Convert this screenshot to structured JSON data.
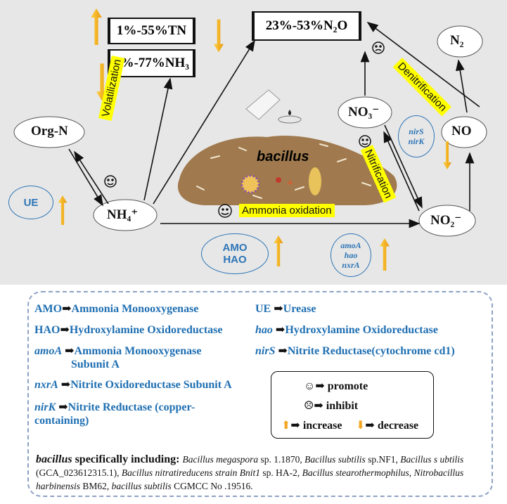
{
  "nodes": {
    "org_n": "Org-N",
    "nh4": "NH₄⁺",
    "no3": "NO₃⁻",
    "no2": "NO₂⁻",
    "no": "NO",
    "n2": "N₂"
  },
  "boxes": {
    "tn": "1%-55%TN",
    "nh3": "6%-77%NH₃",
    "n2o": "23%-53%N₂O"
  },
  "process_labels": {
    "volatilization": "Volatilization",
    "denitrification": "Denitrification",
    "nitrification": "Nitrification",
    "ammonia_oxidation": "Ammonia oxidation"
  },
  "center_label": "bacillus",
  "enzymes": {
    "ue": "UE",
    "amo": "AMO",
    "hao_upper": "HAO",
    "amoa": "amoA",
    "hao": "hao",
    "nxra": "nxrA",
    "nirs": "nirS",
    "nirk": "nirK"
  },
  "legend": {
    "items": [
      {
        "key": "AMO",
        "desc": "Ammonia Monooxygenase"
      },
      {
        "key": "HAO",
        "desc": "Hydroxylamine Oxidoreductase"
      },
      {
        "key": "amoA",
        "desc": "Ammonia Monooxygenase",
        "desc2": "Subunit A"
      },
      {
        "key": "nxrA",
        "desc": "Nitrite Oxidoreductase Subunit A"
      },
      {
        "key": "nirK",
        "desc": "Nitrite Reductase (copper-",
        "desc2": "containing)"
      },
      {
        "key": "UE",
        "desc": "Urease"
      },
      {
        "key": "hao",
        "desc": "Hydroxylamine Oxidoreductase"
      },
      {
        "key": "nirS",
        "desc": "Nitrite Reductase(cytochrome cd1)"
      }
    ],
    "promote": "promote",
    "inhibit": "inhibit",
    "increase": "increase",
    "decrease": "decrease",
    "species_heading": "bacillus",
    "species_heading_rest": " specifically including: ",
    "species": [
      {
        "name": "Bacillus megaspora",
        "suffix": " sp. 1.1870, "
      },
      {
        "name": "Bacillus subtilis",
        "suffix": " sp.NF1, "
      },
      {
        "name": "Bacillus s ubtilis",
        "suffix": " (GCA_023612315.1), "
      },
      {
        "name": "Bacillus nitratireducens strain Bnit1",
        "suffix": " sp. HA-2, "
      },
      {
        "name": "Bacillus stearothermophilus",
        "suffix": ", "
      },
      {
        "name": "Nitrobacillus harbinensis",
        "suffix": " BM62, "
      },
      {
        "name": "bacillus subtilis",
        "suffix": " CGMCC No .19516."
      }
    ]
  },
  "colors": {
    "background": "#e7e7e7",
    "highlight": "#ffff00",
    "enzyme_blue": "#2e75b6",
    "arrow_orange": "#f5a623",
    "soil_brown": "#a07a4e"
  }
}
